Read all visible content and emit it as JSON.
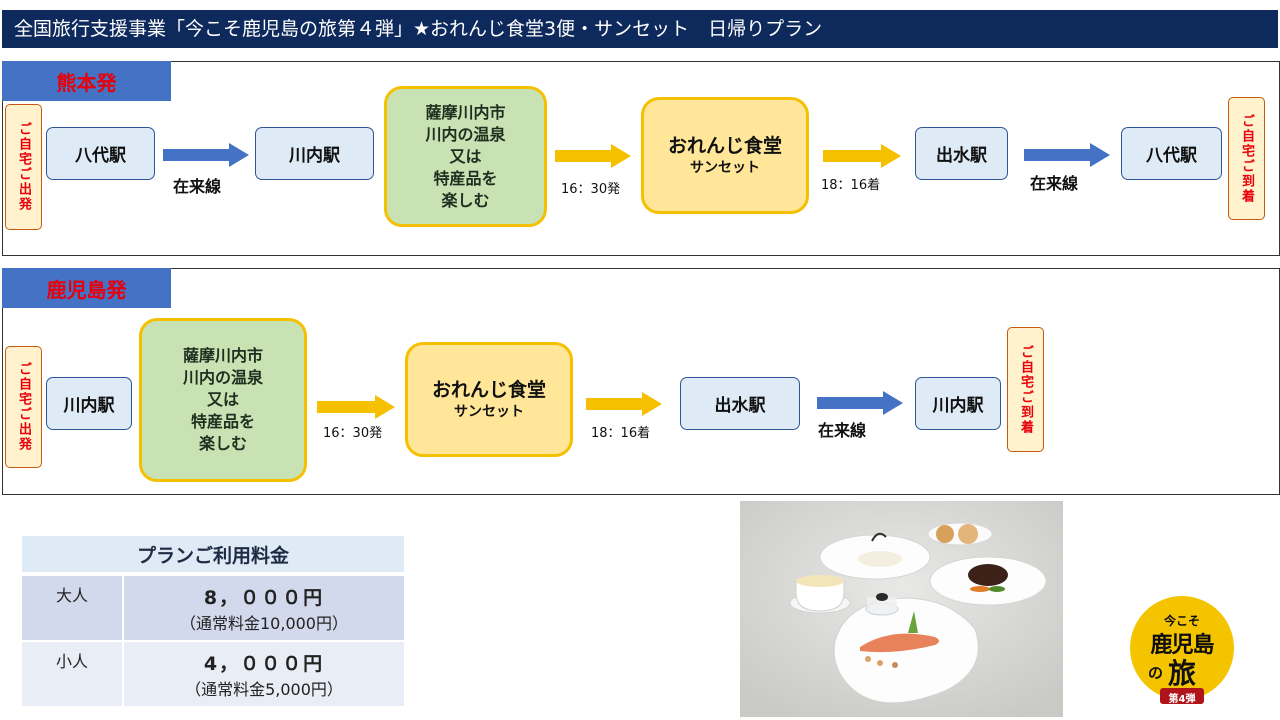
{
  "header": {
    "title": "全国旅行支援事業「今こそ鹿児島の旅第４弾」★おれんじ食堂3便・サンセット　日帰りプラン"
  },
  "route_kumamoto": {
    "tag": "熊本発",
    "start_label": "ご自宅ご出発",
    "st1": "八代駅",
    "arrow1_label": "在来線",
    "st2": "川内駅",
    "green_lines": [
      "薩摩川内市",
      "川内の温泉",
      "又は",
      "特産品を",
      "楽しむ"
    ],
    "depart_time": "16：30発",
    "train_main": "おれんじ食堂",
    "train_sub": "サンセット",
    "arrive_time": "18：16着",
    "st3": "出水駅",
    "arrow4_label": "在来線",
    "st4": "八代駅",
    "end_label": "ご自宅ご到着"
  },
  "route_kagoshima": {
    "tag": "鹿児島発",
    "start_label": "ご自宅ご出発",
    "st1": "川内駅",
    "green_lines": [
      "薩摩川内市",
      "川内の温泉",
      "又は",
      "特産品を",
      "楽しむ"
    ],
    "depart_time": "16：30発",
    "train_main": "おれんじ食堂",
    "train_sub": "サンセット",
    "arrive_time": "18：16着",
    "st2": "出水駅",
    "arrow_label": "在来線",
    "st3": "川内駅",
    "end_label": "ご自宅ご到着"
  },
  "pricing": {
    "title": "プランご利用料金",
    "rows": [
      {
        "label": "大人",
        "price": "8，０００円",
        "note": "（通常料金10,000円）"
      },
      {
        "label": "小人",
        "price": "4，０００円",
        "note": "（通常料金5,000円）"
      }
    ]
  },
  "logo": {
    "top": "今こそ",
    "main": "鹿児島",
    "no": "の",
    "tabi": "旅",
    "badge": "第4弾"
  },
  "colors": {
    "title_bg": "#0e2a5c",
    "tag_bg": "#4472c4",
    "tag_text": "#e8000b",
    "station_bg": "#deebf7",
    "green_bg": "#c9e2b3",
    "yellow_bg": "#ffe699",
    "accent_yellow": "#f5c000",
    "blue_arrow": "#4472c4"
  }
}
